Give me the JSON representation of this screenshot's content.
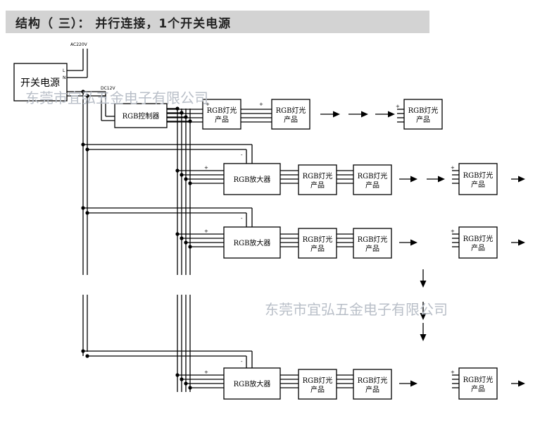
{
  "header": {
    "title": "结构（ 三）： 并行连接，1个开关电源"
  },
  "power_supply": {
    "label": "开关电源",
    "input": "AC220V",
    "terminal_l": "L",
    "terminal_n": "N",
    "output": "DC12V"
  },
  "controller": {
    "label": "RGB控制器"
  },
  "amplifier": {
    "label": "RGB放大器"
  },
  "light": {
    "line1": "RGB灯光",
    "line2": "产品"
  },
  "signs": {
    "plus": "+",
    "minus": "-"
  },
  "watermark": {
    "text": "东莞市宜弘五金电子有限公司"
  },
  "colors": {
    "header_bg": "#d3d3d3",
    "watermark": "#b9bfc8"
  }
}
